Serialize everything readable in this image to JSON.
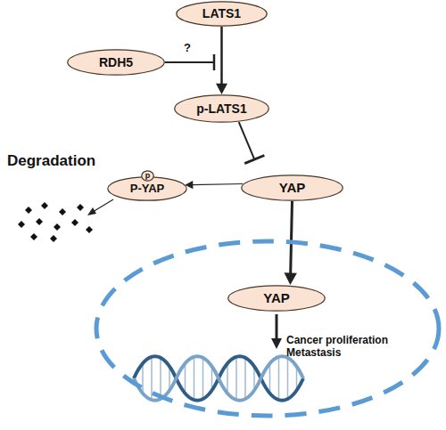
{
  "diagram": {
    "nodes": [
      {
        "text": [
          "LATS1"
        ]
      },
      {
        "text": [
          "RDH5"
        ]
      },
      {
        "text": [
          "p-LATS1"
        ]
      },
      {
        "text": [
          "YAP"
        ]
      },
      {
        "text": [
          "P-YAP"
        ]
      },
      {
        "text": [
          "p"
        ],
        "in": 4
      },
      {
        "text": [
          "Cancer proliferation Metastasis"
        ]
      },
      {
        "text": [
          "YAP"
        ],
        "in": 6
      }
    ],
    "edges": [
      {
        "from": 0,
        "to": 2,
        "arrow": "to"
      },
      {
        "from": 2,
        "to": 3,
        "arrow": "to"
      },
      {
        "from": 3,
        "to": 4,
        "arrow": "to"
      },
      {
        "from": 3,
        "to": 7,
        "arrow": "to"
      }
    ],
    "labels": [
      "?",
      "Degradation"
    ]
  }
}
